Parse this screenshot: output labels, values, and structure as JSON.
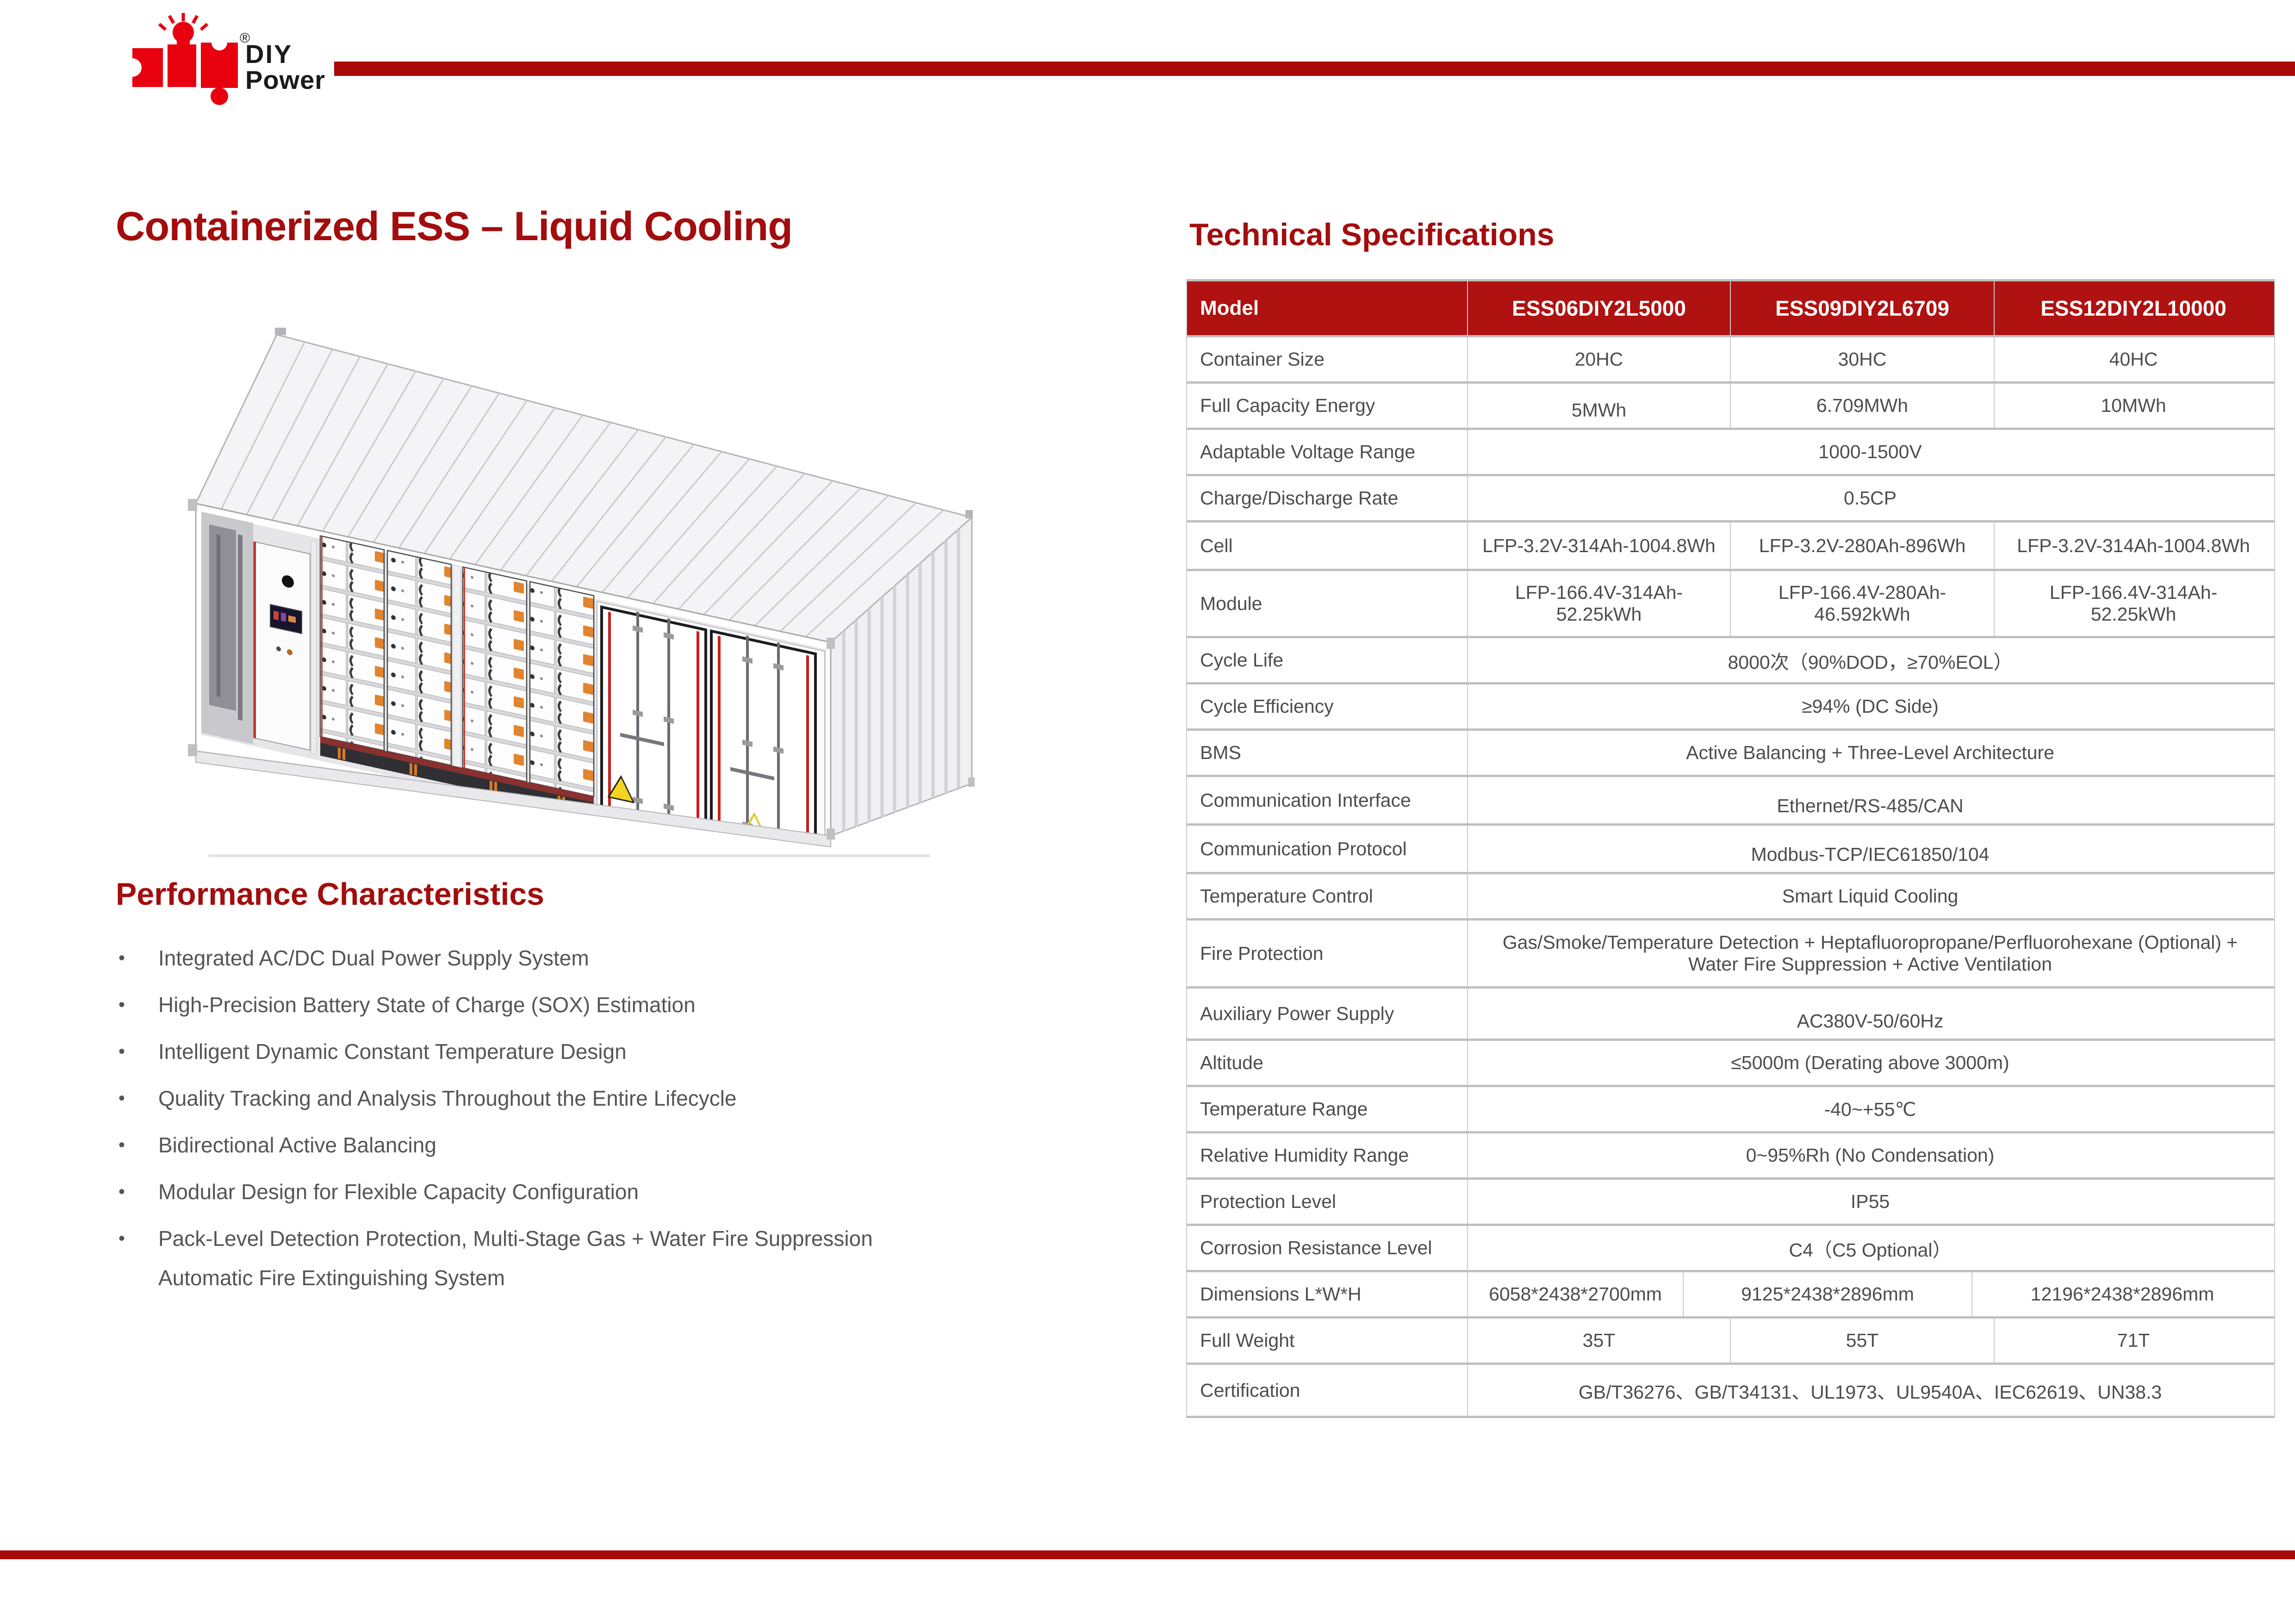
{
  "logo": {
    "brand_line1": "DIY",
    "brand_line2": "Power",
    "registered_mark": "®"
  },
  "colors": {
    "accent_red": "#a90909",
    "table_header_red": "#b01111",
    "heading_red": "#a30d0d",
    "logo_red": "#e8000f"
  },
  "left": {
    "title": "Containerized ESS – Liquid Cooling",
    "section_title": "Performance Characteristics",
    "bullets": [
      "Integrated AC/DC Dual Power Supply System",
      "High-Precision Battery State of Charge (SOX) Estimation",
      "Intelligent Dynamic Constant Temperature Design",
      "Quality Tracking and Analysis Throughout the Entire Lifecycle",
      "Bidirectional Active Balancing",
      "Modular Design for Flexible Capacity Configuration",
      "Pack-Level Detection Protection, Multi-Stage Gas + Water Fire Suppression Automatic Fire Extinguishing System"
    ]
  },
  "right": {
    "section_title": "Technical Specifications",
    "table": {
      "header": {
        "label": "Model",
        "models": [
          "ESS06DIY2L5000",
          "ESS09DIY2L6709",
          "ESS12DIY2L10000"
        ]
      },
      "rows": [
        {
          "label": "Container Size",
          "values": [
            "20HC",
            "30HC",
            "40HC"
          ]
        },
        {
          "label": "Full Capacity Energy",
          "values": [
            "5MWh",
            "6.709MWh",
            "10MWh"
          ]
        },
        {
          "label": "Adaptable Voltage Range",
          "value": "1000-1500V"
        },
        {
          "label": "Charge/Discharge Rate",
          "value": "0.5CP"
        },
        {
          "label": "Cell",
          "values": [
            "LFP-3.2V-314Ah-1004.8Wh",
            "LFP-3.2V-280Ah-896Wh",
            "LFP-3.2V-314Ah-1004.8Wh"
          ]
        },
        {
          "label": "Module",
          "values": [
            "LFP-166.4V-314Ah-52.25kWh",
            "LFP-166.4V-280Ah-46.592kWh",
            "LFP-166.4V-314Ah-52.25kWh"
          ]
        },
        {
          "label": "Cycle Life",
          "value": "8000次（90%DOD，≥70%EOL）"
        },
        {
          "label": "Cycle Efficiency",
          "value": "≥94% (DC Side)"
        },
        {
          "label": "BMS",
          "value": "Active Balancing + Three-Level Architecture"
        },
        {
          "label": "Communication Interface",
          "value": "Ethernet/RS-485/CAN"
        },
        {
          "label": "Communication Protocol",
          "value": "Modbus-TCP/IEC61850/104"
        },
        {
          "label": "Temperature Control",
          "value": "Smart Liquid Cooling"
        },
        {
          "label": "Fire Protection",
          "value": "Gas/Smoke/Temperature Detection + Heptafluoropropane/Perfluorohexane (Optional) + Water Fire Suppression + Active Ventilation"
        },
        {
          "label": "Auxiliary Power Supply",
          "value": "AC380V-50/60Hz"
        },
        {
          "label": "Altitude",
          "value": "≤5000m (Derating above 3000m)"
        },
        {
          "label": "Temperature Range",
          "value": "-40~+55℃"
        },
        {
          "label": "Relative Humidity Range",
          "value": "0~95%Rh (No Condensation)"
        },
        {
          "label": "Protection Level",
          "value": "IP55"
        },
        {
          "label": "Corrosion Resistance Level",
          "value": "C4（C5 Optional）"
        },
        {
          "label": "Dimensions L*W*H",
          "values": [
            "6058*2438*2700mm",
            "9125*2438*2896mm",
            "12196*2438*2896mm"
          ]
        },
        {
          "label": "Full Weight",
          "values": [
            "35T",
            "55T",
            "71T"
          ]
        },
        {
          "label": "Certification",
          "value": "GB/T36276、GB/T34131、UL1973、UL9540A、IEC62619、UN38.3"
        }
      ]
    }
  }
}
